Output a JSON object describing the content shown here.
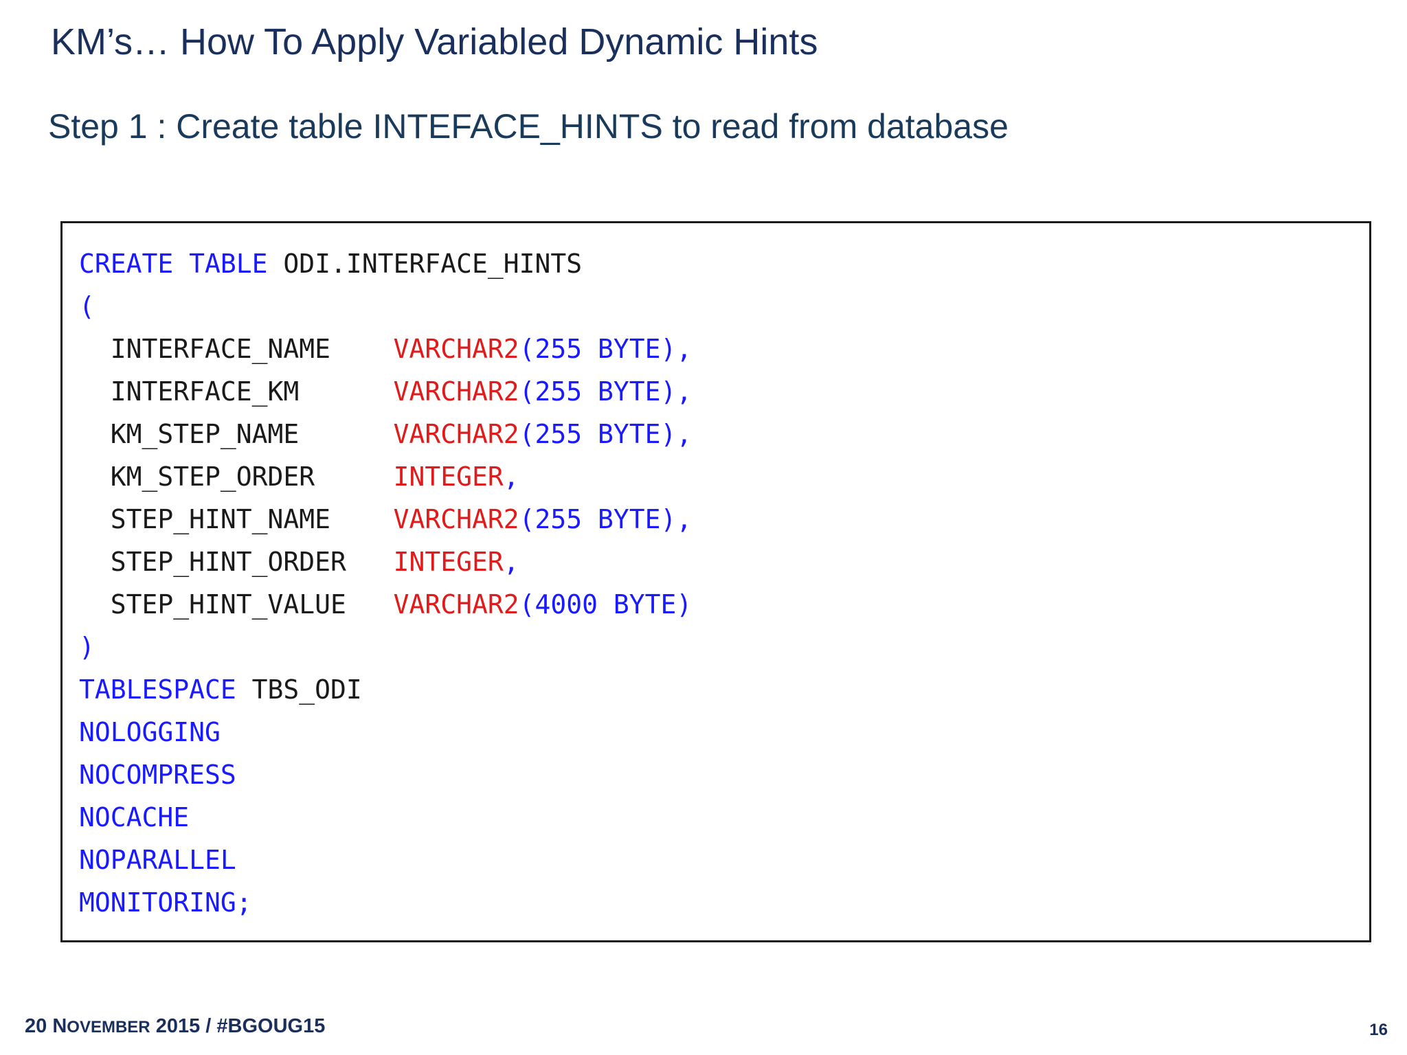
{
  "slide": {
    "title": "KM’s… How To Apply Variabled Dynamic Hints",
    "subtitle": "Step 1 : Create table INTEFACE_HINTS to read from database",
    "title_color": "#1a2f5c",
    "subtitle_color": "#1a3a5c"
  },
  "code_block": {
    "border_color": "#1a1a1a",
    "background": "#ffffff",
    "keyword_color": "#1a1aff",
    "type_color": "#e01b1b",
    "plain_color": "#1a1a1a",
    "lines": [
      {
        "segments": [
          {
            "text": "CREATE TABLE",
            "style": "kw"
          },
          {
            "text": " ODI.INTERFACE_HINTS",
            "style": "plain"
          }
        ]
      },
      {
        "segments": [
          {
            "text": "(",
            "style": "punc"
          }
        ]
      },
      {
        "segments": [
          {
            "text": "  INTERFACE_NAME    ",
            "style": "plain"
          },
          {
            "text": "VARCHAR2",
            "style": "type"
          },
          {
            "text": "(255 BYTE),",
            "style": "punc"
          }
        ]
      },
      {
        "segments": [
          {
            "text": "  INTERFACE_KM      ",
            "style": "plain"
          },
          {
            "text": "VARCHAR2",
            "style": "type"
          },
          {
            "text": "(255 BYTE),",
            "style": "punc"
          }
        ]
      },
      {
        "segments": [
          {
            "text": "  KM_STEP_NAME      ",
            "style": "plain"
          },
          {
            "text": "VARCHAR2",
            "style": "type"
          },
          {
            "text": "(255 BYTE),",
            "style": "punc"
          }
        ]
      },
      {
        "segments": [
          {
            "text": "  KM_STEP_ORDER     ",
            "style": "plain"
          },
          {
            "text": "INTEGER",
            "style": "type"
          },
          {
            "text": ",",
            "style": "punc"
          }
        ]
      },
      {
        "segments": [
          {
            "text": "  STEP_HINT_NAME    ",
            "style": "plain"
          },
          {
            "text": "VARCHAR2",
            "style": "type"
          },
          {
            "text": "(255 BYTE),",
            "style": "punc"
          }
        ]
      },
      {
        "segments": [
          {
            "text": "  STEP_HINT_ORDER   ",
            "style": "plain"
          },
          {
            "text": "INTEGER",
            "style": "type"
          },
          {
            "text": ",",
            "style": "punc"
          }
        ]
      },
      {
        "segments": [
          {
            "text": "  STEP_HINT_VALUE   ",
            "style": "plain"
          },
          {
            "text": "VARCHAR2",
            "style": "type"
          },
          {
            "text": "(4000 BYTE)",
            "style": "punc"
          }
        ]
      },
      {
        "segments": [
          {
            "text": ")",
            "style": "punc"
          }
        ]
      },
      {
        "segments": [
          {
            "text": "TABLESPACE",
            "style": "kw"
          },
          {
            "text": " TBS_ODI",
            "style": "plain"
          }
        ]
      },
      {
        "segments": [
          {
            "text": "NOLOGGING",
            "style": "kw"
          }
        ]
      },
      {
        "segments": [
          {
            "text": "NOCOMPRESS",
            "style": "kw"
          }
        ]
      },
      {
        "segments": [
          {
            "text": "NOCACHE",
            "style": "kw"
          }
        ]
      },
      {
        "segments": [
          {
            "text": "NOPARALLEL",
            "style": "kw"
          }
        ]
      },
      {
        "segments": [
          {
            "text": "MONITORING;",
            "style": "kw"
          }
        ]
      }
    ]
  },
  "footer": {
    "date_day": "20 ",
    "month": "November",
    "rest": " 2015 / #BGOUG15",
    "full_text": "20 NOVEMBER 2015 / #BGOUG15",
    "slide_number": "16",
    "color": "#1a2f5c"
  }
}
